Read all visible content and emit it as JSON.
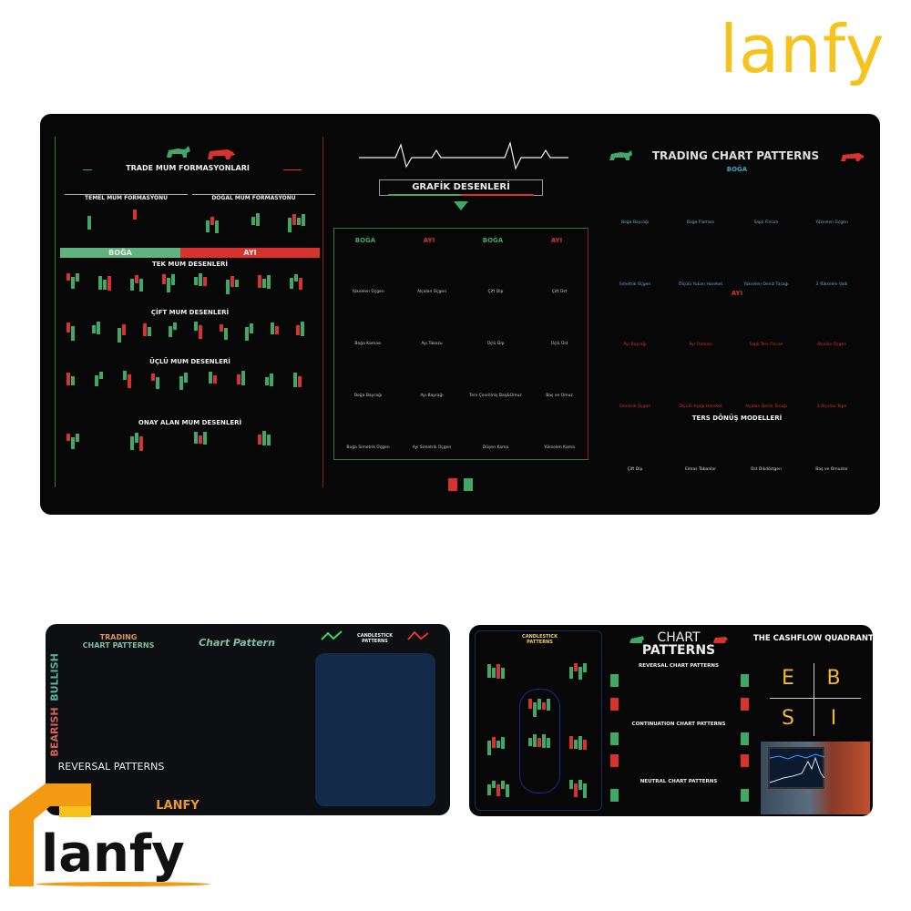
{
  "brand": {
    "name": "lanfy",
    "color": "#f6c21c",
    "mark_color": "#f39a12",
    "watermark": "LANFY"
  },
  "top_pad": {
    "left": {
      "title": "TRADE MUM FORMASYONLARI",
      "sub_left": "TEMEL MUM FORMASYONU",
      "sub_right": "DOĞAL MUM FORMASYONU",
      "bull": "BOĞA",
      "bear": "AYI",
      "sections": [
        "TEK MUM DESENLERİ",
        "ÇİFT MUM DESENLERİ",
        "ÜÇLÜ MUM DESENLERİ",
        "ONAY ALAN MUM DESENLERİ"
      ]
    },
    "middle": {
      "title": "GRAFİK DESENLERİ",
      "headers": [
        "BOĞA",
        "AYI",
        "BOĞA",
        "AYI"
      ],
      "patterns": [
        "Yükselen Üçgen",
        "Alçalan Üçgen",
        "Çift Dip",
        "Çift Üst",
        "Boğa Kaması",
        "Ayı Takozu",
        "Üçlü Dip",
        "Üçlü Üst",
        "Boğa Bayrağı",
        "Ayı Bayrağı",
        "Ters Çevrilmiş Baş&Omuz",
        "Baş ve Omuz",
        "Boğa Simetrik Üçgen",
        "Ayı Simetrik Üçgen",
        "Düşen Kama",
        "Yükselen Kama"
      ]
    },
    "right": {
      "title": "TRADING CHART PATTERNS",
      "bull": "BOĞA",
      "bear": "AYI",
      "reversal": "TERS DÖNÜŞ MODELLERİ",
      "bull_patterns": [
        "Boğa Bayrağı",
        "Boğa Flaması",
        "Saplı Fincan",
        "Yükselen Üçgen",
        "Simetrik Üçgen",
        "Ölçülü Yukarı Hareket",
        "Yükselen Deniz Tacağı",
        "3 Yükselen Vadi"
      ],
      "bear_patterns": [
        "Ayı Bayrağı",
        "Ayı Flaması",
        "Saplı Ters Fincan",
        "Alçalan Üçgen",
        "Simetrik Üçgen",
        "Ölçülü Aşağı Hareket",
        "Alçalan Deniz Tacağı",
        "3 Alçalan Tepe"
      ],
      "reversal_patterns": [
        "Çift Dip",
        "Elmas Tabanlar",
        "Üst Dikdörtgen",
        "Baş ve Omuzlar"
      ]
    }
  },
  "bottom_left_pad": {
    "title1": "TRADING",
    "title2": "CHART PATTERNS",
    "bullish": "BULLISH",
    "bearish": "BEARISH",
    "reversal": "REVERSAL PATTERNS",
    "chart_pattern": "Chart Pattern",
    "candlestick": "CANDLESTICK PATTERNS"
  },
  "bottom_right_pad": {
    "candlestick": "CANDLESTICK PATTERNS",
    "chart": "CHART",
    "patterns": "PATTERNS",
    "sections": [
      "REVERSAL CHART PATTERNS",
      "CONTINUATION CHART PATTERNS",
      "NEUTRAL CHART PATTERNS"
    ],
    "cashflow": "THE CASHFLOW QUADRANT",
    "quadrant": [
      "E",
      "B",
      "S",
      "I"
    ]
  },
  "colors": {
    "bull": "#3fa866",
    "bear": "#d8322d",
    "pad": "#070707"
  }
}
